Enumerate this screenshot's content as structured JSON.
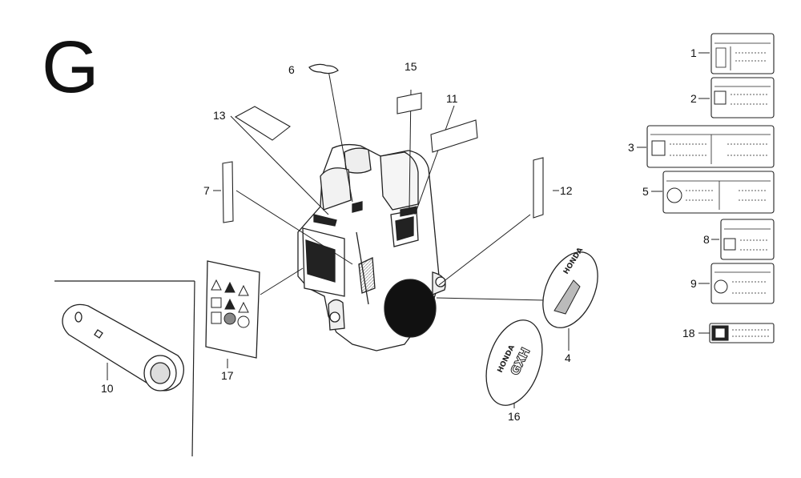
{
  "section_letter": "G",
  "callouts": [
    {
      "id": "1",
      "label": "1"
    },
    {
      "id": "2",
      "label": "2"
    },
    {
      "id": "3",
      "label": "3"
    },
    {
      "id": "4",
      "label": "4"
    },
    {
      "id": "5",
      "label": "5"
    },
    {
      "id": "6",
      "label": "6"
    },
    {
      "id": "7",
      "label": "7"
    },
    {
      "id": "8",
      "label": "8"
    },
    {
      "id": "9",
      "label": "9"
    },
    {
      "id": "10",
      "label": "10"
    },
    {
      "id": "11",
      "label": "11"
    },
    {
      "id": "12",
      "label": "12"
    },
    {
      "id": "13",
      "label": "13"
    },
    {
      "id": "15",
      "label": "15"
    },
    {
      "id": "16",
      "label": "16"
    },
    {
      "id": "17",
      "label": "17"
    },
    {
      "id": "18",
      "label": "18"
    }
  ],
  "emblem_16": {
    "brand": "HONDA",
    "model": "GXH"
  },
  "emblem_4": {
    "brand": "HONDA"
  }
}
